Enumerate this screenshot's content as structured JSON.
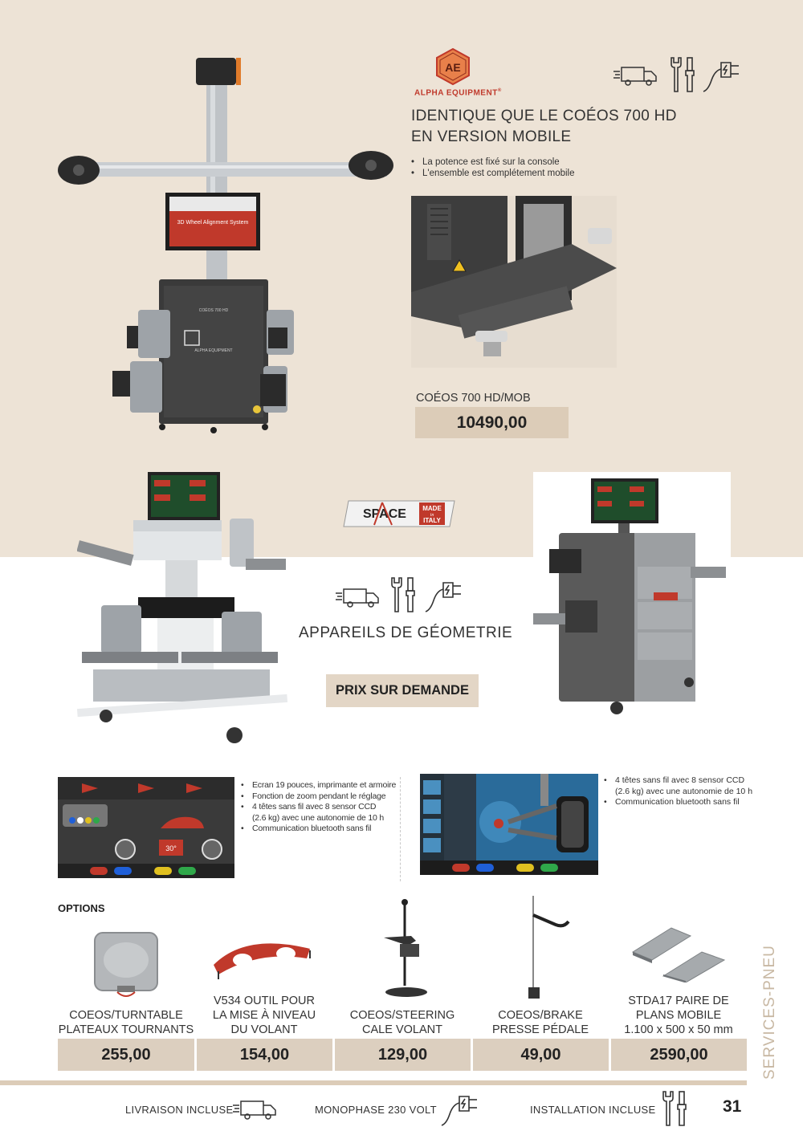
{
  "brand": {
    "logo_letters": "AE",
    "name": "ALPHA EQUIPMENT",
    "registered": "®"
  },
  "product1": {
    "headline_line1": "IDENTIQUE QUE LE COÉOS 700 HD",
    "headline_line2": "EN VERSION MOBILE",
    "bullets": [
      "La potence est fixé sur la console",
      "L'ensemble est complétement mobile"
    ],
    "sku": "COÉOS 700 HD/MOB",
    "price": "10490,00",
    "screen_text": "3D Wheel Alignment System",
    "cabinet_model": "COÉOS 700 HD",
    "cabinet_brand": "ALPHA EQUIPMENT"
  },
  "space_logo": {
    "name": "SPACE",
    "badge_line1": "MADE",
    "badge_line2": "in",
    "badge_line3": "ITALY"
  },
  "section2": {
    "title": "APPAREILS DE GÉOMETRIE",
    "price_label": "PRIX SUR DEMANDE",
    "left_bullets": [
      "Ecran 19 pouces, imprimante et armoire",
      "Fonction de zoom pendant le réglage",
      "4 têtes sans fil avec 8 sensor CCD",
      "(2.6 kg) avec une autonomie de 10 h",
      "Communication bluetooth sans fil"
    ],
    "right_bullets": [
      "4 têtes sans fil avec 8 sensor CCD",
      "(2.6 kg) avec une autonomie de 10 h",
      "Communication bluetooth sans fil"
    ],
    "screen_angle": "30°"
  },
  "options": {
    "title": "OPTIONS",
    "items": [
      {
        "line1": "",
        "line2": "COEOS/TURNTABLE",
        "line3": "PLATEAUX TOURNANTS",
        "price": "255,00"
      },
      {
        "line1": "V534 OUTIL POUR",
        "line2": "LA MISE À NIVEAU",
        "line3": "DU VOLANT",
        "price": "154,00"
      },
      {
        "line1": "",
        "line2": "COEOS/STEERING",
        "line3": "CALE VOLANT",
        "price": "129,00"
      },
      {
        "line1": "",
        "line2": "COEOS/BRAKE",
        "line3": "PRESSE PÉDALE",
        "price": "49,00"
      },
      {
        "line1": "STDA17 PAIRE DE",
        "line2": "PLANS MOBILE",
        "line3": "1.100 x 500 x 50 mm",
        "price": "2590,00"
      }
    ]
  },
  "side_label": "SERVICES-PNEU",
  "footer": {
    "delivery": "LIVRAISON INCLUSE",
    "power": "MONOPHASE 230 VOLT",
    "install": "INSTALLATION INCLUSE",
    "page": "31"
  },
  "icons": [
    "truck-icon",
    "tools-icon",
    "plug-icon"
  ],
  "colors": {
    "beige_bg": "#ede3d6",
    "price_bg": "#dcccb8",
    "brand_red": "#c0392b"
  }
}
